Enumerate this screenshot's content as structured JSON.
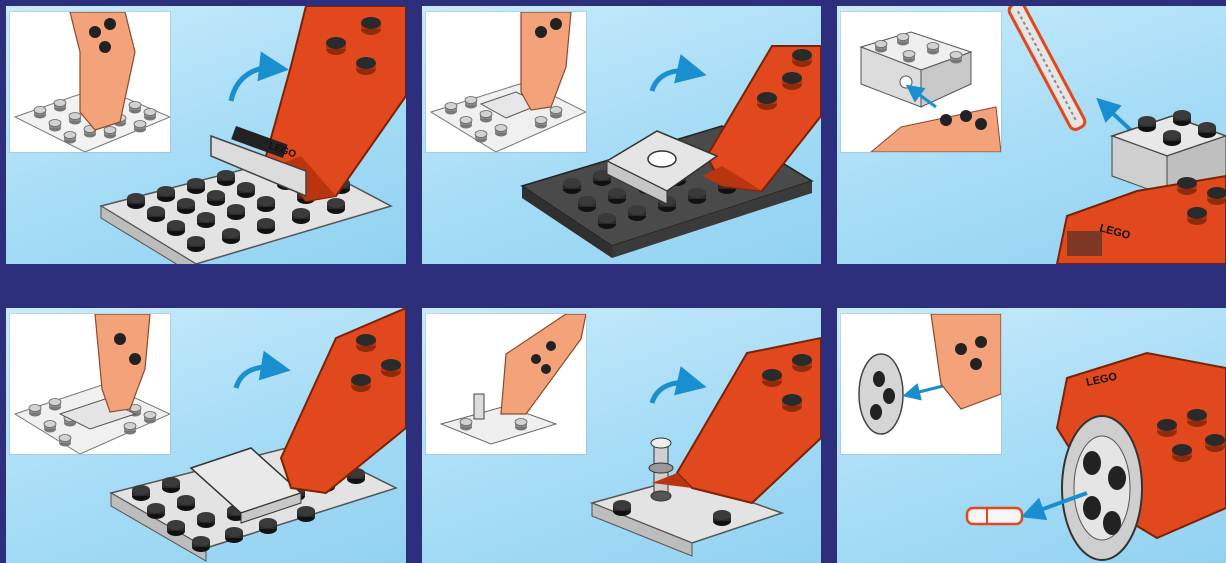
{
  "colors": {
    "background": "#2e2f7c",
    "panel_sky": "#a5dcf6",
    "inset": "#ffffff",
    "orange": "#e2481d",
    "orange_dark": "#b8350f",
    "skin": "#f3a27a",
    "gray_plate": "#d7d7d7",
    "stud": "#2a2a2a",
    "arrow": "#1a8fd0"
  },
  "decal_text": "LEGO",
  "steps": [
    {
      "icons": [
        "inset-view",
        "rotate-arrow-icon",
        "gray-plate",
        "orange-arm"
      ]
    },
    {
      "icons": [
        "inset-view",
        "rotate-arrow-icon",
        "gray-plate",
        "orange-arm"
      ]
    },
    {
      "icons": [
        "inset-view",
        "connector-arrow-icon",
        "gray-brick",
        "technic-axle"
      ]
    },
    {
      "icons": [
        "inset-view",
        "rotate-arrow-icon",
        "tile",
        "orange-arm"
      ]
    },
    {
      "icons": [
        "inset-view",
        "rotate-arrow-icon",
        "gray-plate",
        "orange-arm"
      ]
    },
    {
      "icons": [
        "inset-view",
        "connector-arrow-icon",
        "round-plate",
        "pin"
      ]
    }
  ]
}
